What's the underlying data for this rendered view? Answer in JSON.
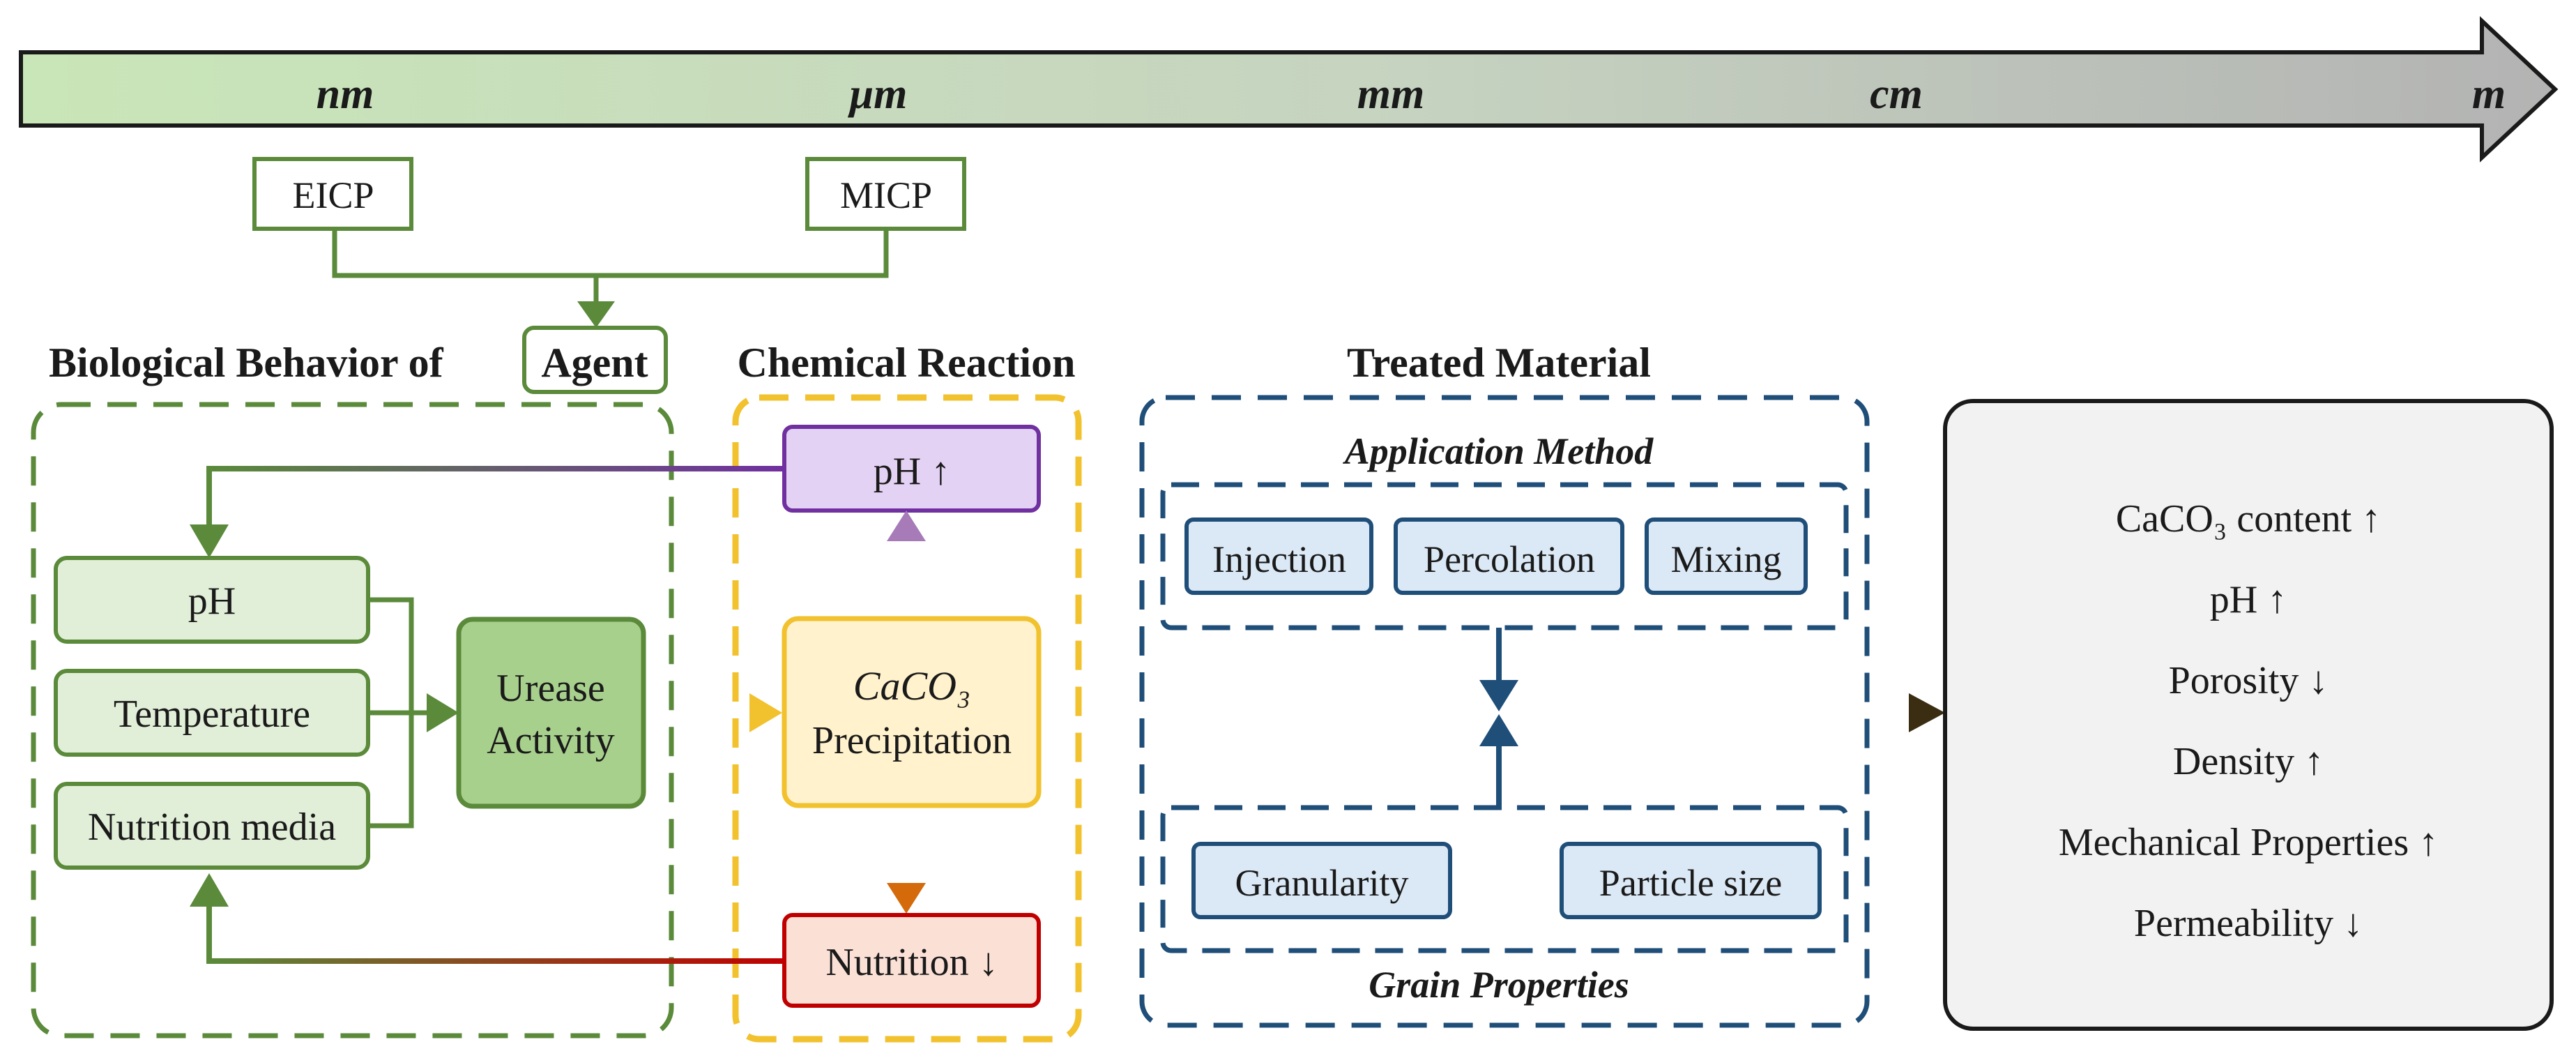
{
  "scale_arrow": {
    "ticks": [
      "nm",
      "μm",
      "mm",
      "cm",
      "m"
    ]
  },
  "methods": {
    "eicp": "EICP",
    "micp": "MICP"
  },
  "sections": {
    "biological_prefix": "Biological Behavior of",
    "biological_agent": "Agent",
    "chemical": "Chemical Reaction",
    "treated": "Treated Material"
  },
  "biological": {
    "factors": [
      "pH",
      "Temperature",
      "Nutrition media"
    ],
    "urease_line1": "Urease",
    "urease_line2": "Activity"
  },
  "chemical": {
    "ph_up": "pH ↑",
    "caco3": "CaCO₃",
    "precipitation": "Precipitation",
    "nutrition_down": "Nutrition ↓"
  },
  "treated": {
    "application_method_title": "Application Method",
    "application_methods": [
      "Injection",
      "Percolation",
      "Mixing"
    ],
    "grain_properties_title": "Grain Properties",
    "grain_properties": [
      "Granularity",
      "Particle size"
    ]
  },
  "outcomes": [
    "CaCO₃ content ↑",
    "pH ↑",
    "Porosity ↓",
    "Density ↑",
    "Mechanical Properties ↑",
    "Permeability ↓"
  ],
  "colors": {
    "green_dark": "#5a8a3a",
    "green_fill": "#e2efd8",
    "green_node": "#a8d08d",
    "yellow": "#f2c12e",
    "yellow_fill": "#fff2cc",
    "purple": "#7030a0",
    "purple_fill": "#e4d2f4",
    "red": "#c00000",
    "red_fill": "#fbe0d6",
    "blue": "#1f4e79",
    "blue_fill": "#dbe8f5",
    "gray_fill": "#f2f2f2"
  }
}
